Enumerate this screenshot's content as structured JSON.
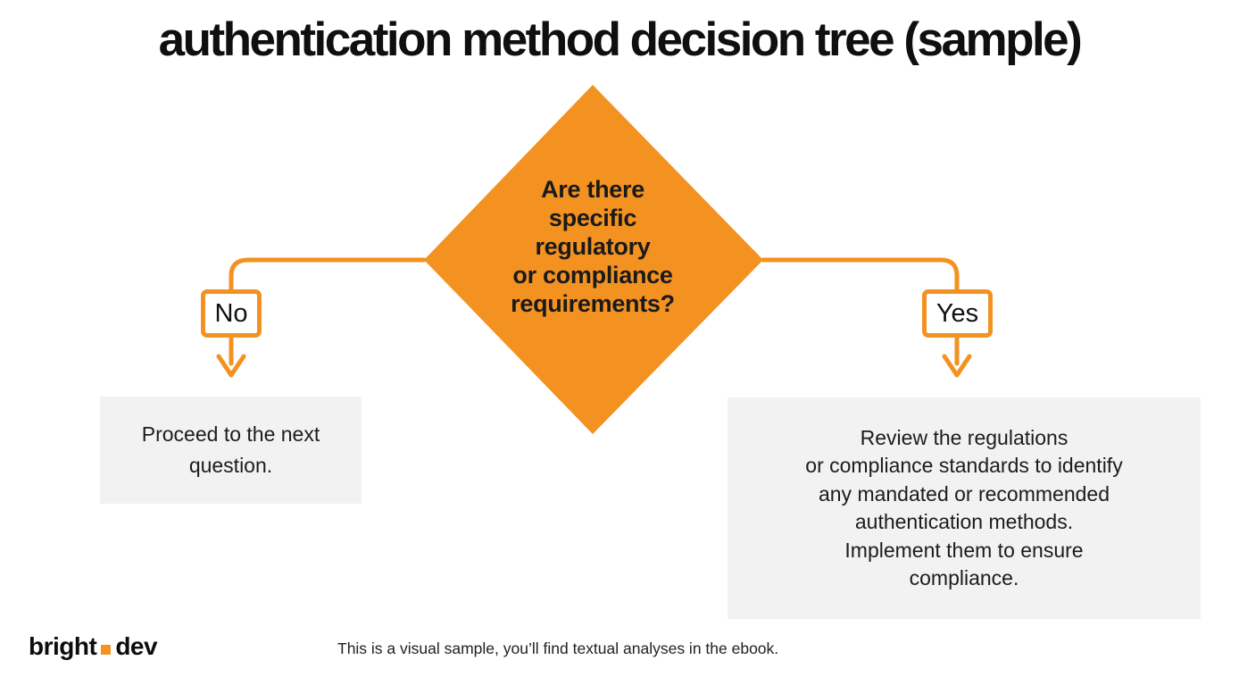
{
  "title": "authentication method decision tree (sample)",
  "colors": {
    "orange": "#F39221",
    "box_gray": "#F2F2F2",
    "text_dark": "#1A1A1A"
  },
  "diamond": {
    "question": "Are there\nspecific\nregulatory\nor compliance\nrequirements?"
  },
  "branches": {
    "no": {
      "label": "No",
      "outcome": "Proceed to the next\nquestion."
    },
    "yes": {
      "label": "Yes",
      "outcome": "Review the regulations\nor compliance standards to identify\nany mandated or recommended\nauthentication methods.\nImplement them to ensure\ncompliance."
    }
  },
  "footer": {
    "logo_part_1": "bright",
    "logo_part_2": "dev",
    "note": "This is a visual sample, you’ll find textual analyses in the ebook."
  }
}
